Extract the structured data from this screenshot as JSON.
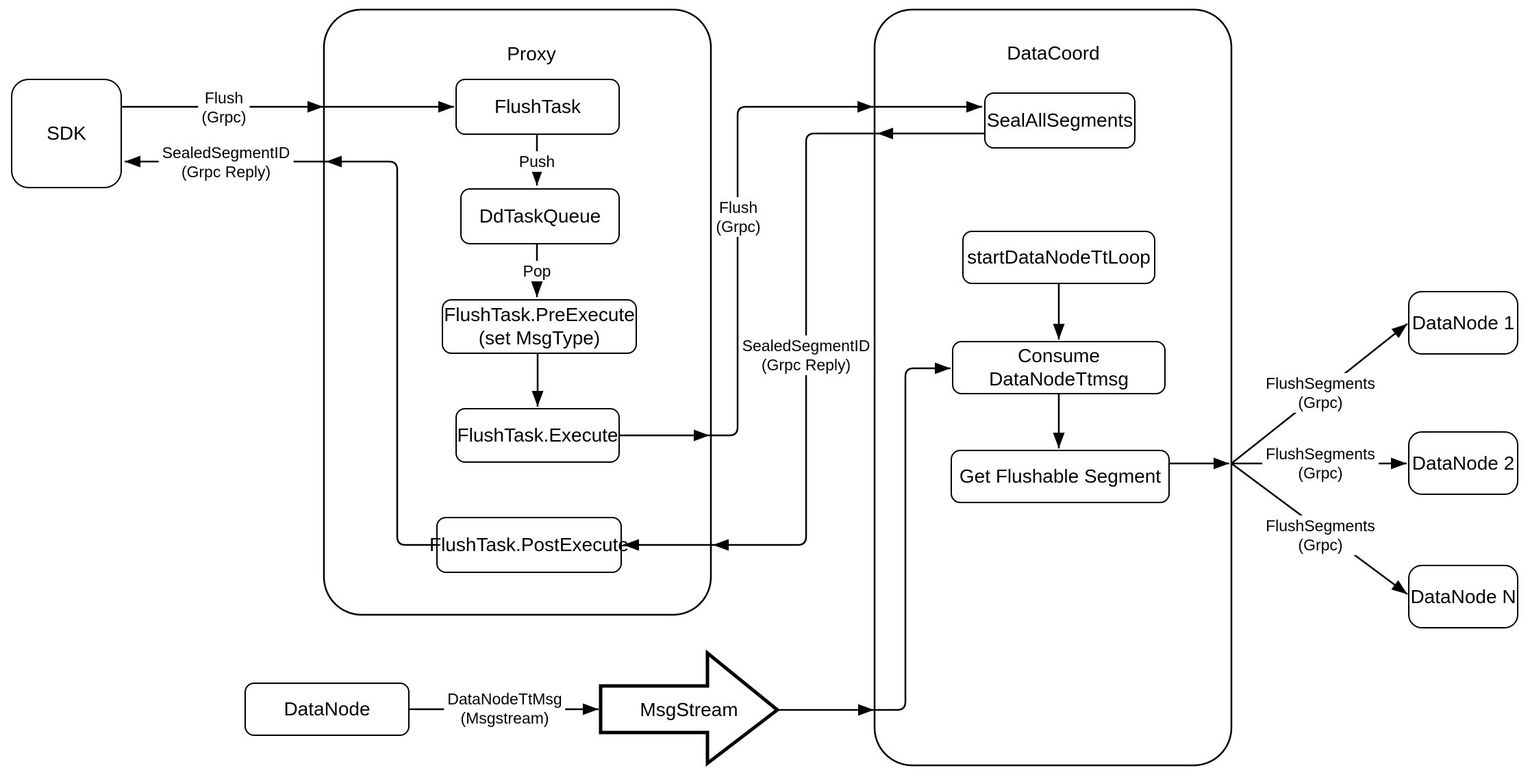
{
  "canvas": {
    "background": "#ffffff",
    "line_color": "#000000",
    "shape_fill": "#ffffff"
  },
  "diagram": {
    "containers": {
      "proxy": {
        "title": "Proxy"
      },
      "datacoord": {
        "title": "DataCoord"
      }
    },
    "nodes": {
      "sdk": {
        "label": "SDK"
      },
      "flush_task": {
        "label": "FlushTask"
      },
      "dd_task_queue": {
        "label": "DdTaskQueue"
      },
      "pre_execute": {
        "label": "FlushTask.PreExecute\n(set MsgType)"
      },
      "execute": {
        "label": "FlushTask.Execute"
      },
      "post_execute": {
        "label": "FlushTask.PostExecute"
      },
      "seal_all_segments": {
        "label": "SealAllSegments"
      },
      "start_datanode_tt_loop": {
        "label": "startDataNodeTtLoop"
      },
      "consume_datanode_ttmsg": {
        "label": "Consume DataNodeTtmsg"
      },
      "get_flushable_segment": {
        "label": "Get Flushable Segment"
      },
      "datanode_1": {
        "label": "DataNode 1"
      },
      "datanode_2": {
        "label": "DataNode 2"
      },
      "datanode_n": {
        "label": "DataNode N"
      },
      "datanode_source": {
        "label": "DataNode"
      },
      "msgstream": {
        "label": "MsgStream"
      }
    },
    "edge_labels": {
      "flush_grpc_sdk": "Flush\n(Grpc)",
      "sealed_segment_id_sdk": "SealedSegmentID\n(Grpc Reply)",
      "push": "Push",
      "pop": "Pop",
      "flush_grpc_mid": "Flush\n(Grpc)",
      "sealed_segment_id_mid": "SealedSegmentID\n(Grpc Reply)",
      "flush_segments_1": "FlushSegments\n(Grpc)",
      "flush_segments_2": "FlushSegments\n(Grpc)",
      "flush_segments_3": "FlushSegments\n(Grpc)",
      "datanode_tt_msg": "DataNodeTtMsg\n(Msgstream)"
    }
  }
}
